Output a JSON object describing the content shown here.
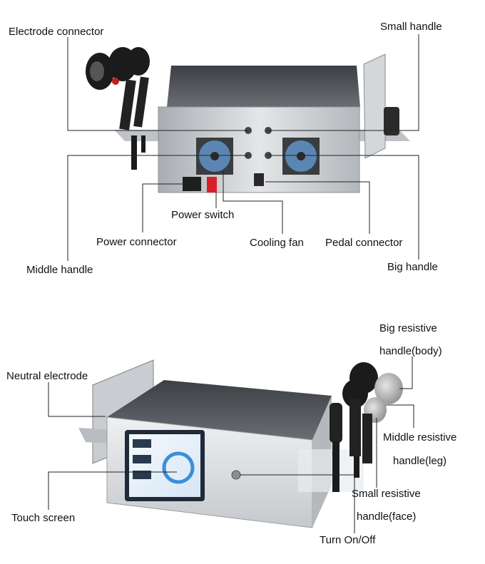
{
  "top_figure": {
    "labels": {
      "electrode_connector": "Electrode connector",
      "small_handle": "Small handle",
      "power_switch": "Power switch",
      "power_connector": "Power connector",
      "cooling_fan": "Cooling fan",
      "pedal_connector": "Pedal connector",
      "middle_handle": "Middle handle",
      "big_handle": "Big handle"
    }
  },
  "bottom_figure": {
    "labels": {
      "big_resistive_line1": "Big resistive",
      "big_resistive_line2": "handle(body)",
      "neutral_electrode": "Neutral electrode",
      "middle_resistive_line1": "Middle resistive",
      "middle_resistive_line2": "handle(leg)",
      "small_resistive_line1": "Small resistive",
      "small_resistive_line2": "handle(face)",
      "touch_screen": "Touch screen",
      "turn_on_off": "Turn On/Off"
    }
  },
  "colors": {
    "leader_line": "#222222",
    "metal_light": "#d9dcdf",
    "metal_dark": "#5a5e63",
    "screen_blue": "#3a8fd8",
    "handle_black": "#1b1b1b"
  }
}
